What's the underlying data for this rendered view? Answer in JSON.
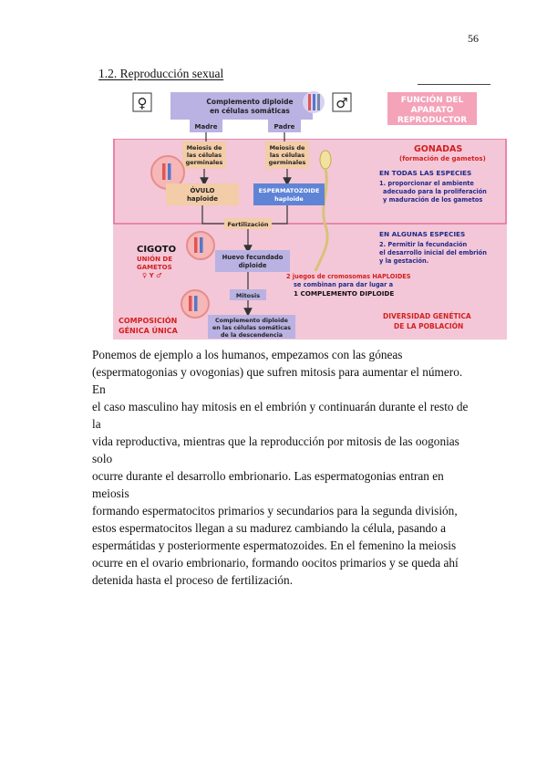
{
  "page": {
    "number": "56"
  },
  "section": {
    "heading": "1.2. Reproducción sexual"
  },
  "figure": {
    "female_symbol": "♀",
    "male_symbol": "♂",
    "top_box": [
      "Complemento diploide",
      "en células somáticas"
    ],
    "madre": "Madre",
    "padre": "Padre",
    "meiosis_left": [
      "Meiosis de",
      "las células",
      "germinales"
    ],
    "meiosis_right": [
      "Meiosis de",
      "las células",
      "germinales"
    ],
    "ovulo": [
      "ÓVULO",
      "haploide"
    ],
    "espermatozoide": [
      "ESPERMATOZOIDE",
      "haploide"
    ],
    "fertilizacion": "Fertilización",
    "huevo": [
      "Huevo fecundado",
      "diploide"
    ],
    "mitosis": "Mitosis",
    "complemento_final": [
      "Complemento diploide",
      "en las células somáticas",
      "de la descendencia"
    ],
    "funcion_title": [
      "FUNCIÓN DEL",
      "APARATO",
      "REPRODUCTOR"
    ],
    "gonadas_title": "GONADAS",
    "gonadas_sub": "(formación de gametos)",
    "todas_title": "EN TODAS LAS ESPECIES",
    "todas_text": [
      "1. proporcionar el ambiente",
      "adecuado para la proliferación",
      "y maduración de los gametos"
    ],
    "algunas_title": "EN ALGUNAS ESPECIES",
    "algunas_text": [
      "2. Permitir la fecundación",
      "el desarrollo inicial del embrión",
      "y la gestación."
    ],
    "cigoto_title": "CIGOTO",
    "cigoto_sub": [
      "UNIÓN DE",
      "GAMETOS",
      "♀ Y ♂"
    ],
    "haploides_text": [
      "2 juegos de cromosomas HAPLOIDES",
      "se combinan para dar lugar a",
      "1 COMPLEMENTO DIPLOIDE"
    ],
    "composicion": [
      "COMPOSICIÓN",
      "GÉNICA ÚNICA"
    ],
    "diversidad": [
      "DIVERSIDAD GENÉTICA",
      "DE LA POBLACIÓN"
    ],
    "colors": {
      "box_purple": "#b9b2e2",
      "box_orange": "#f2cda7",
      "box_blue": "#5f84d6",
      "pink_band": "#f3c7d7",
      "red_text": "#d41f1f",
      "navy_text": "#1f2a8a"
    }
  },
  "body": {
    "lines": [
      "Ponemos de ejemplo a los humanos, empezamos con las góneas",
      "(espermatogonias y ovogonias) que sufren mitosis para aumentar el número. En",
      "el caso masculino hay mitosis en el embrión y continuarán durante el resto de la",
      "vida reproductiva, mientras que la reproducción por mitosis de las oogonias solo",
      "ocurre durante el desarrollo embrionario. Las espermatogonias entran en meiosis",
      "formando espermatocitos primarios y secundarios para la segunda división,",
      "estos espermatocitos llegan a su madurez cambiando la célula, pasando a",
      "espermátidas y posteriormente espermatozoides. En el femenino la meiosis",
      "ocurre en el ovario embrionario, formando oocitos primarios y se queda ahí",
      "detenida hasta el proceso de fertilización."
    ]
  }
}
